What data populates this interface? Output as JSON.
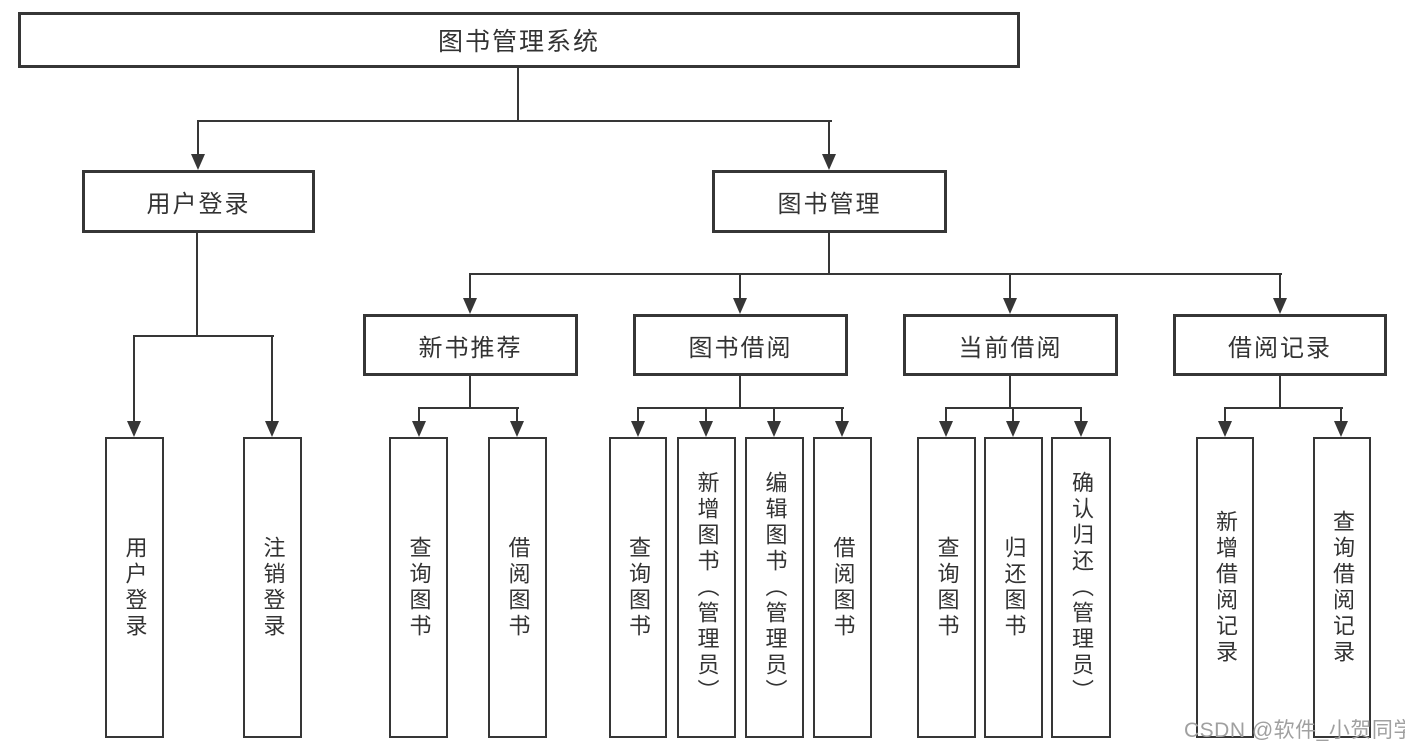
{
  "diagram": {
    "title": "图书管理系统",
    "root": {
      "label": "图书管理系统"
    },
    "branches": [
      {
        "label": "用户登录",
        "children": [
          {
            "label": "用户登录"
          },
          {
            "label": "注销登录"
          }
        ]
      },
      {
        "label": "图书管理",
        "children": [
          {
            "label": "新书推荐",
            "children": [
              {
                "label": "查询图书"
              },
              {
                "label": "借阅图书"
              }
            ]
          },
          {
            "label": "图书借阅",
            "children": [
              {
                "label": "查询图书"
              },
              {
                "label": "新增图书（管理员）"
              },
              {
                "label": "编辑图书（管理员）"
              },
              {
                "label": "借阅图书"
              }
            ]
          },
          {
            "label": "当前借阅",
            "children": [
              {
                "label": "查询图书"
              },
              {
                "label": "归还图书"
              },
              {
                "label": "确认归还（管理员）"
              }
            ]
          },
          {
            "label": "借阅记录",
            "children": [
              {
                "label": "新增借阅记录"
              },
              {
                "label": "查询借阅记录"
              }
            ]
          }
        ]
      }
    ]
  },
  "watermark": {
    "text": "CSDN @软件_小贺同学"
  },
  "colors": {
    "line": "#363636",
    "text": "#333333",
    "background": "#ffffff",
    "watermark": "#a0a0a0"
  }
}
